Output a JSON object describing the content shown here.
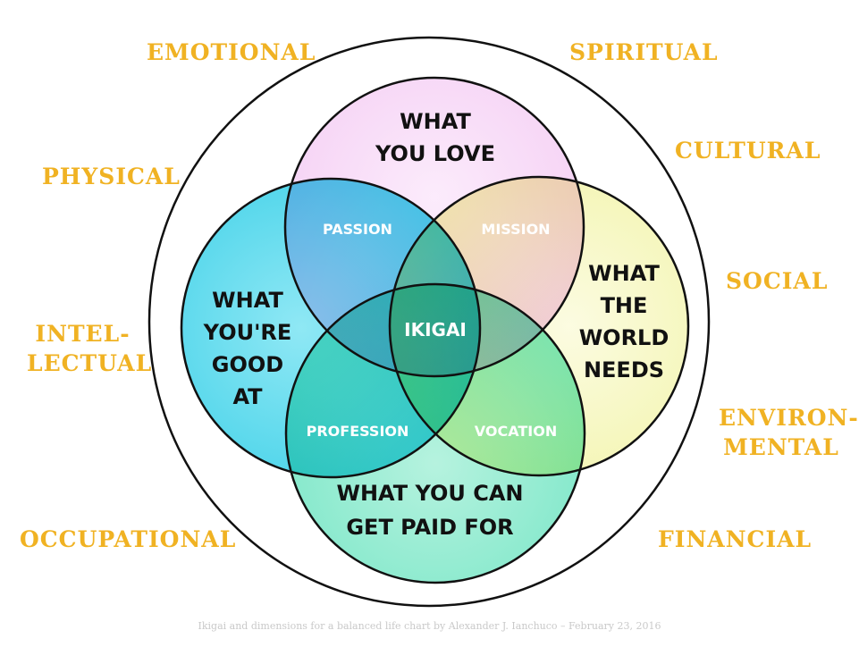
{
  "circles": {
    "love": {
      "label_lines": [
        "WHAT",
        "YOU LOVE"
      ],
      "color": "#f6cdf5"
    },
    "good": {
      "label_lines": [
        "WHAT",
        "YOU'RE",
        "GOOD",
        "AT"
      ],
      "color": "#33d3ea"
    },
    "world": {
      "label_lines": [
        "WHAT",
        "THE",
        "WORLD",
        "NEEDS"
      ],
      "color": "#f3f5a9"
    },
    "paid": {
      "label_lines": [
        "WHAT YOU CAN",
        "GET PAID FOR"
      ],
      "color": "#76e8c7"
    }
  },
  "overlaps": {
    "passion": "PASSION",
    "mission": "MISSION",
    "profession": "PROFESSION",
    "vocation": "VOCATION",
    "ikigai": "IKIGAI"
  },
  "dimensions": {
    "emotional": "EMOTIONAL",
    "spiritual": "SPIRITUAL",
    "physical": "PHYSICAL",
    "cultural": "CULTURAL",
    "social": "SOCIAL",
    "intellectual_1": "INTEL-",
    "intellectual_2": "LECTUAL",
    "environmental_1": "ENVIRON-",
    "environmental_2": "MENTAL",
    "occupational": "OCCUPATIONAL",
    "financial": "FINANCIAL"
  },
  "caption": "Ikigai and dimensions for a balanced life chart by Alexander J. Ianchuco – February 23, 2016",
  "colors": {
    "accent": "#f0b223",
    "outline": "#111111",
    "overlap_text": "#ffffff"
  }
}
